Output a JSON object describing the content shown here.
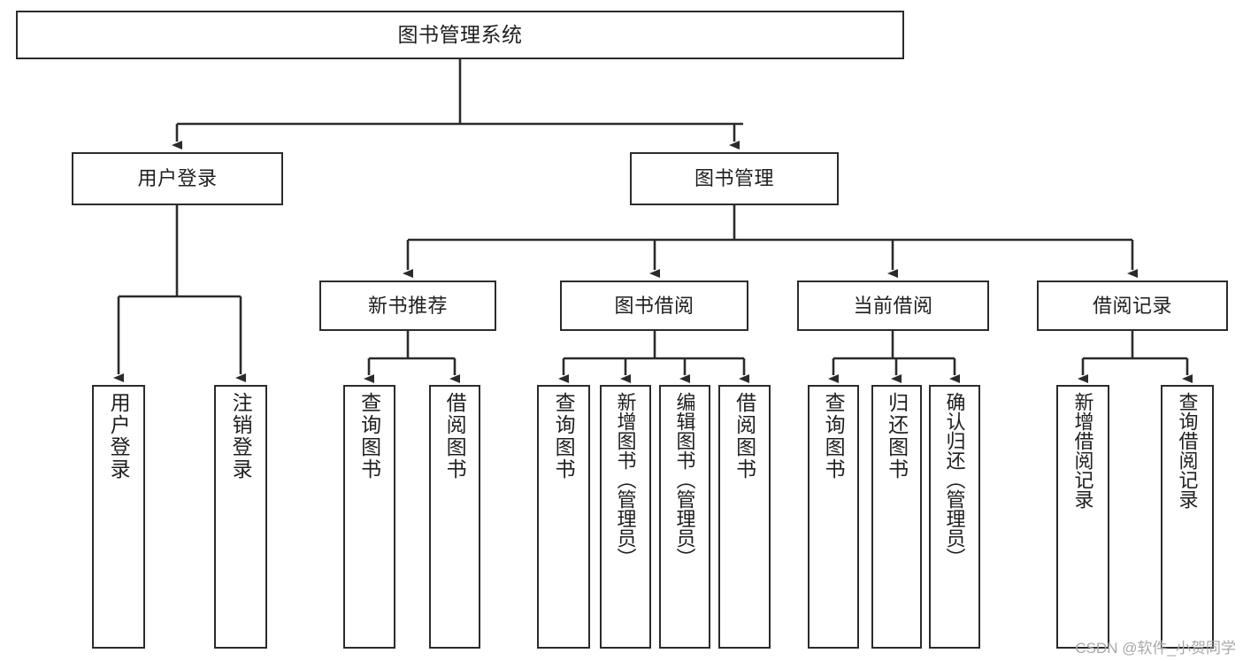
{
  "diagram": {
    "type": "tree-hierarchy",
    "title": "图书管理系统",
    "nodes": {
      "root": {
        "label": "图书管理系统"
      },
      "level1": [
        {
          "id": "user-login",
          "label": "用户登录"
        },
        {
          "id": "book-management",
          "label": "图书管理"
        }
      ],
      "level2": [
        {
          "id": "new-book-recommend",
          "label": "新书推荐"
        },
        {
          "id": "book-borrow",
          "label": "图书借阅"
        },
        {
          "id": "current-borrow",
          "label": "当前借阅"
        },
        {
          "id": "borrow-record",
          "label": "借阅记录"
        }
      ],
      "leaves": [
        {
          "id": "leaf-user-login",
          "label": "用户登录",
          "parent": "user-login"
        },
        {
          "id": "leaf-logout-login",
          "label": "注销登录",
          "parent": "user-login"
        },
        {
          "id": "leaf-query-book-1",
          "label": "查询图书",
          "parent": "new-book-recommend"
        },
        {
          "id": "leaf-borrow-book-1",
          "label": "借阅图书",
          "parent": "new-book-recommend"
        },
        {
          "id": "leaf-query-book-2",
          "label": "查询图书",
          "parent": "book-borrow"
        },
        {
          "id": "leaf-add-book",
          "label": "新增图书（管理员）",
          "parent": "book-borrow"
        },
        {
          "id": "leaf-edit-book",
          "label": "编辑图书（管理员）",
          "parent": "book-borrow"
        },
        {
          "id": "leaf-borrow-book-2",
          "label": "借阅图书",
          "parent": "book-borrow"
        },
        {
          "id": "leaf-query-book-3",
          "label": "查询图书",
          "parent": "current-borrow"
        },
        {
          "id": "leaf-return-book",
          "label": "归还图书",
          "parent": "current-borrow"
        },
        {
          "id": "leaf-confirm-return",
          "label": "确认归还（管理员）",
          "parent": "current-borrow"
        },
        {
          "id": "leaf-add-record",
          "label": "新增借阅记录",
          "parent": "borrow-record"
        },
        {
          "id": "leaf-query-record",
          "label": "查询借阅记录",
          "parent": "borrow-record"
        }
      ]
    },
    "colors": {
      "border": "#2b2b2b",
      "background": "#ffffff",
      "text": "#1f1f1f",
      "watermark": "#a8a8a8"
    }
  },
  "watermark": {
    "text": "CSDN @软件_小贺同学"
  }
}
